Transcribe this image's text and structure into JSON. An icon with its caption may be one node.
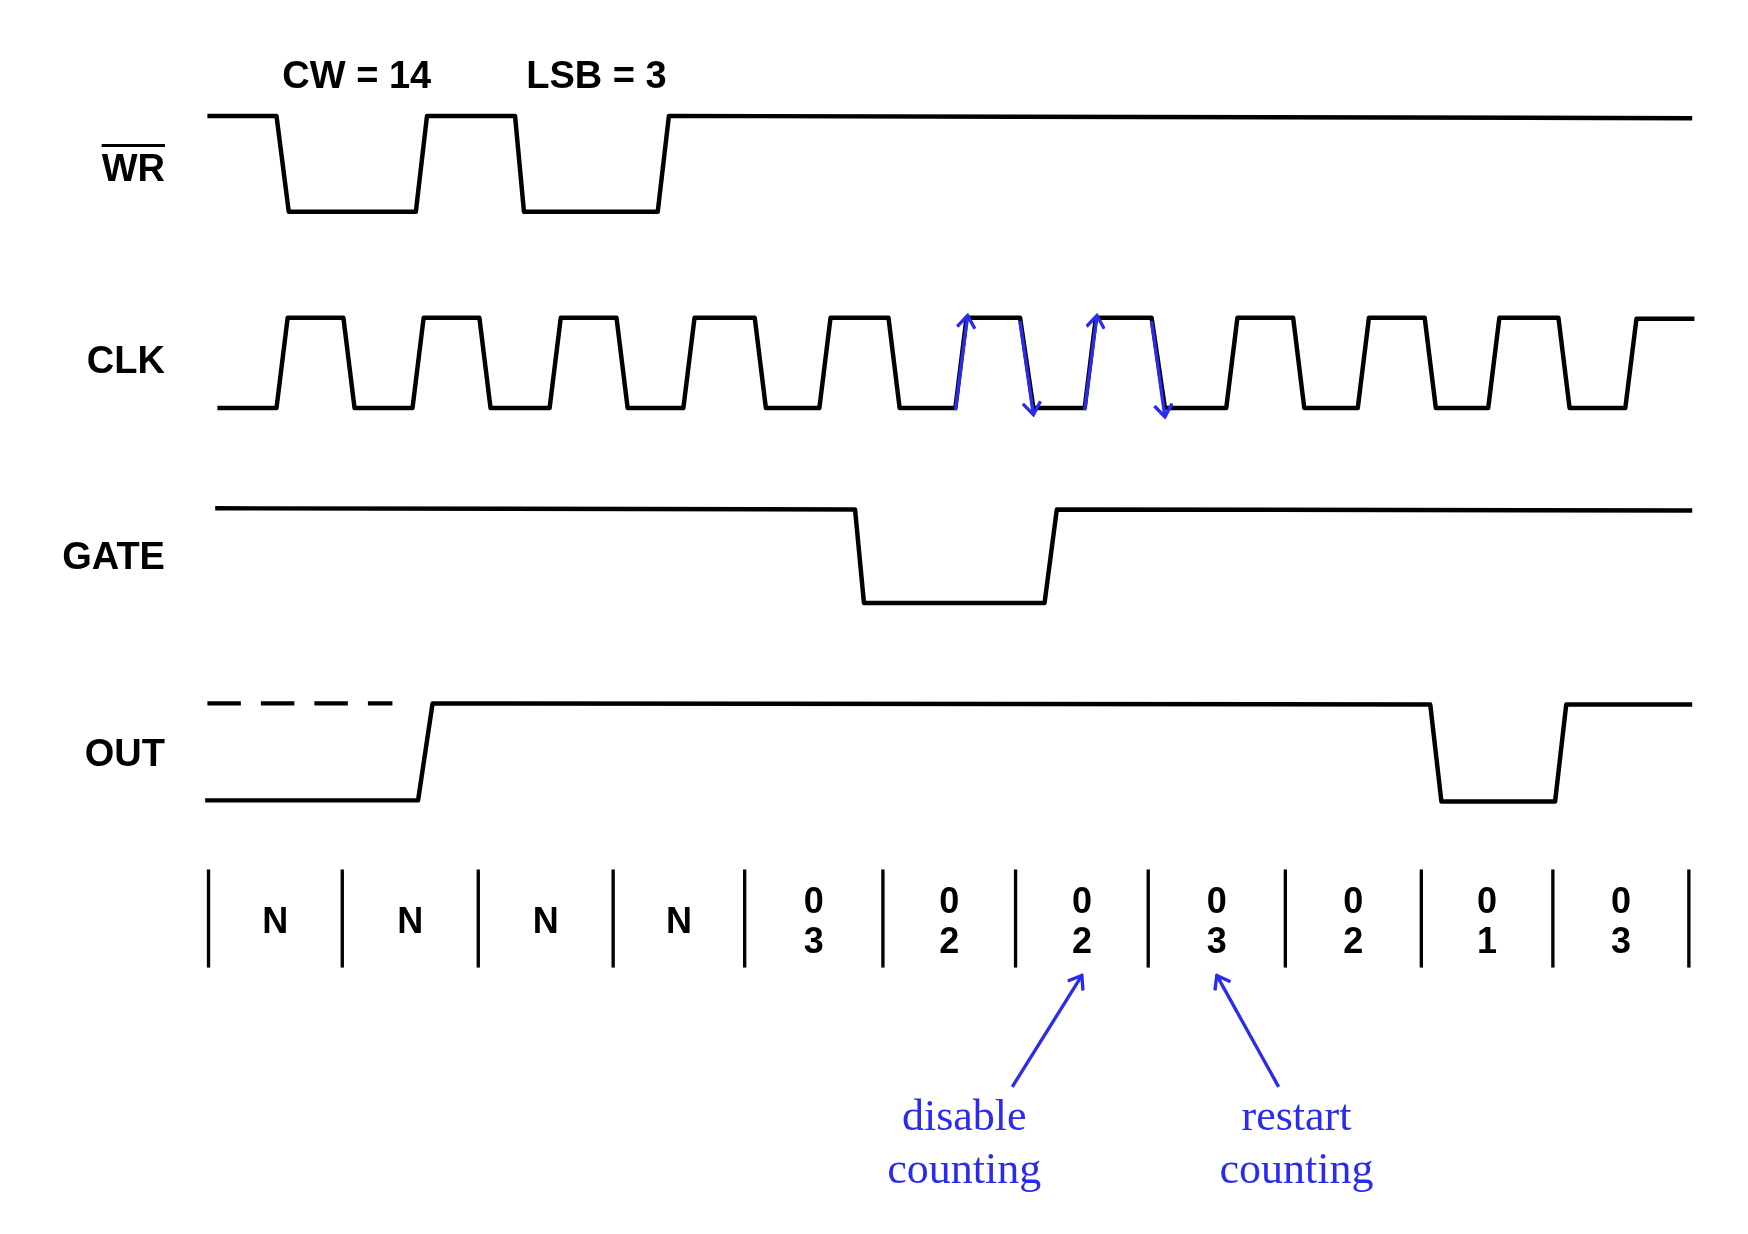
{
  "diagram": {
    "nodes": [
      {
        "text": [
          "N"
        ]
      },
      {
        "text": [
          "N"
        ]
      },
      {
        "text": [
          "N"
        ]
      },
      {
        "text": [
          "N"
        ]
      },
      {
        "text": [
          "0",
          "3"
        ]
      },
      {
        "text": [
          "0",
          "2"
        ]
      },
      {
        "text": [
          "0",
          "2"
        ]
      },
      {
        "text": [
          "0",
          "3"
        ]
      },
      {
        "text": [
          "0",
          "2"
        ]
      },
      {
        "text": [
          "0",
          "1"
        ]
      },
      {
        "text": [
          "0",
          "3"
        ]
      },
      {
        "text": [
          "disable counting"
        ]
      },
      {
        "text": [
          "restart counting"
        ]
      }
    ],
    "edges": [
      {
        "from": 11,
        "to": 6,
        "arrow": "to"
      },
      {
        "from": 12,
        "to": 7,
        "arrow": "to"
      }
    ],
    "labels": [
      "CW = 14",
      "LSB = 3",
      "WR",
      "CLK",
      "GATE",
      "OUT"
    ]
  }
}
